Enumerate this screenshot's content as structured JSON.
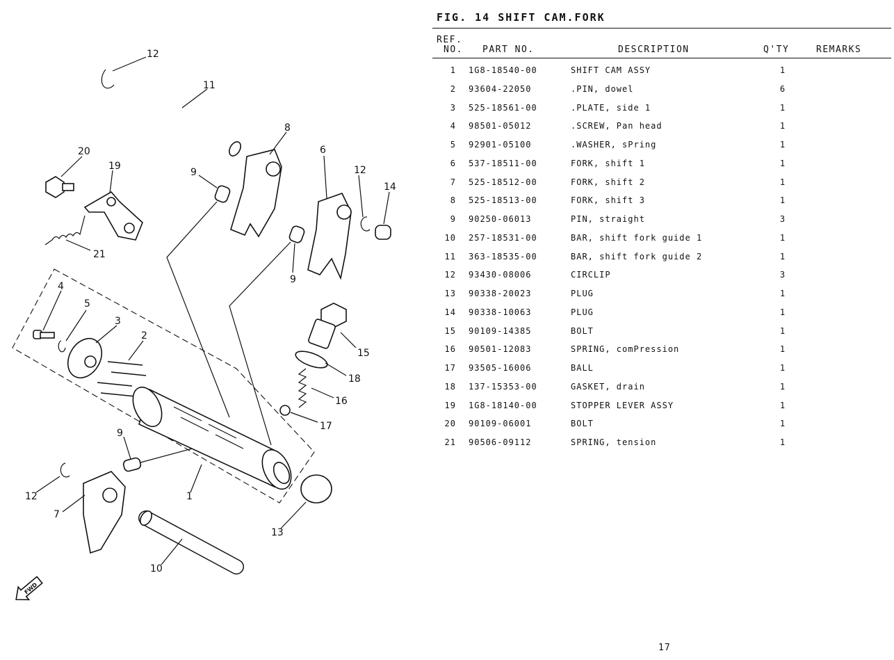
{
  "figure": {
    "title": "FIG. 14  SHIFT CAM.FORK",
    "page_number": "17"
  },
  "table": {
    "headers": {
      "ref_line1": "REF.",
      "ref_line2": "NO.",
      "part_no": "PART NO.",
      "description": "DESCRIPTION",
      "qty": "Q'TY",
      "remarks": "REMARKS"
    },
    "rows": [
      {
        "ref": "1",
        "part": "1G8-18540-00",
        "desc": "SHIFT CAM ASSY",
        "qty": "1",
        "remarks": ""
      },
      {
        "ref": "2",
        "part": "93604-22050",
        "desc": ".PIN, dowel",
        "qty": "6",
        "remarks": ""
      },
      {
        "ref": "3",
        "part": "525-18561-00",
        "desc": ".PLATE, side 1",
        "qty": "1",
        "remarks": ""
      },
      {
        "ref": "4",
        "part": "98501-05012",
        "desc": ".SCREW, Pan head",
        "qty": "1",
        "remarks": ""
      },
      {
        "ref": "5",
        "part": "92901-05100",
        "desc": ".WASHER, sPring",
        "qty": "1",
        "remarks": ""
      },
      {
        "ref": "6",
        "part": "537-18511-00",
        "desc": "FORK, shift 1",
        "qty": "1",
        "remarks": ""
      },
      {
        "ref": "7",
        "part": "525-18512-00",
        "desc": "FORK, shift 2",
        "qty": "1",
        "remarks": ""
      },
      {
        "ref": "8",
        "part": "525-18513-00",
        "desc": "FORK, shift 3",
        "qty": "1",
        "remarks": ""
      },
      {
        "ref": "9",
        "part": "90250-06013",
        "desc": "PIN, straight",
        "qty": "3",
        "remarks": ""
      },
      {
        "ref": "10",
        "part": "257-18531-00",
        "desc": "BAR, shift fork guide 1",
        "qty": "1",
        "remarks": ""
      },
      {
        "ref": "11",
        "part": "363-18535-00",
        "desc": "BAR, shift fork guide 2",
        "qty": "1",
        "remarks": ""
      },
      {
        "ref": "12",
        "part": "93430-08006",
        "desc": "CIRCLIP",
        "qty": "3",
        "remarks": ""
      },
      {
        "ref": "13",
        "part": "90338-20023",
        "desc": "PLUG",
        "qty": "1",
        "remarks": ""
      },
      {
        "ref": "14",
        "part": "90338-10063",
        "desc": "PLUG",
        "qty": "1",
        "remarks": ""
      },
      {
        "ref": "15",
        "part": "90109-14385",
        "desc": "BOLT",
        "qty": "1",
        "remarks": ""
      },
      {
        "ref": "16",
        "part": "90501-12083",
        "desc": "SPRING, comPression",
        "qty": "1",
        "remarks": ""
      },
      {
        "ref": "17",
        "part": "93505-16006",
        "desc": "BALL",
        "qty": "1",
        "remarks": ""
      },
      {
        "ref": "18",
        "part": "137-15353-00",
        "desc": "GASKET, drain",
        "qty": "1",
        "remarks": ""
      },
      {
        "ref": "19",
        "part": "1G8-18140-00",
        "desc": "STOPPER LEVER ASSY",
        "qty": "1",
        "remarks": ""
      },
      {
        "ref": "20",
        "part": "90109-06001",
        "desc": "BOLT",
        "qty": "1",
        "remarks": ""
      },
      {
        "ref": "21",
        "part": "90506-09112",
        "desc": "SPRING, tension",
        "qty": "1",
        "remarks": ""
      }
    ]
  },
  "diagram": {
    "callouts": [
      "12",
      "11",
      "8",
      "6",
      "12",
      "14",
      "20",
      "19",
      "9",
      "21",
      "9",
      "4",
      "5",
      "3",
      "2",
      "15",
      "18",
      "16",
      "17",
      "9",
      "1",
      "12",
      "7",
      "13",
      "10"
    ],
    "fwd_badge": "FWD"
  }
}
